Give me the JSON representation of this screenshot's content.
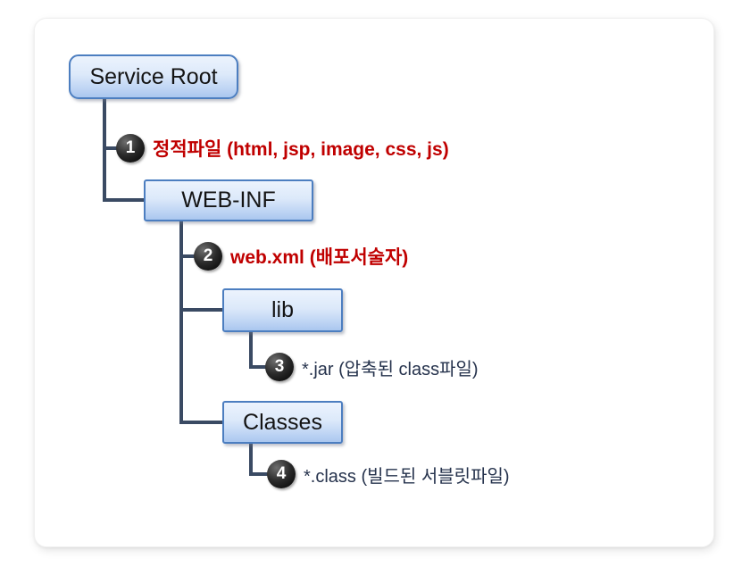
{
  "diagram": {
    "title_implied": "Web application directory structure",
    "nodes": [
      {
        "id": "service-root",
        "label": "Service Root"
      },
      {
        "id": "web-inf",
        "label": "WEB-INF"
      },
      {
        "id": "lib",
        "label": "lib"
      },
      {
        "id": "classes",
        "label": "Classes"
      }
    ],
    "annotations": [
      {
        "number": "1",
        "text": "정적파일 (html, jsp, image, css, js)",
        "style": "red-bold",
        "attached_to": "service-root"
      },
      {
        "number": "2",
        "text": "web.xml (배포서술자)",
        "style": "red-bold",
        "attached_to": "web-inf"
      },
      {
        "number": "3",
        "text": "*.jar (압축된 class파일)",
        "style": "dark",
        "attached_to": "lib"
      },
      {
        "number": "4",
        "text": "*.class (빌드된 서블릿파일)",
        "style": "dark",
        "attached_to": "classes"
      }
    ],
    "colors": {
      "annotation_red": "#C00000",
      "annotation_dark": "#26334D",
      "box_border": "#4C7EC0",
      "box_gradient_top": "#ECF3FD",
      "box_gradient_bottom": "#AAC7EF",
      "connector_line": "#3A4A63",
      "badge_fill": "#000000",
      "badge_number": "#FFFFFF",
      "card_background": "#FFFFFF"
    }
  }
}
